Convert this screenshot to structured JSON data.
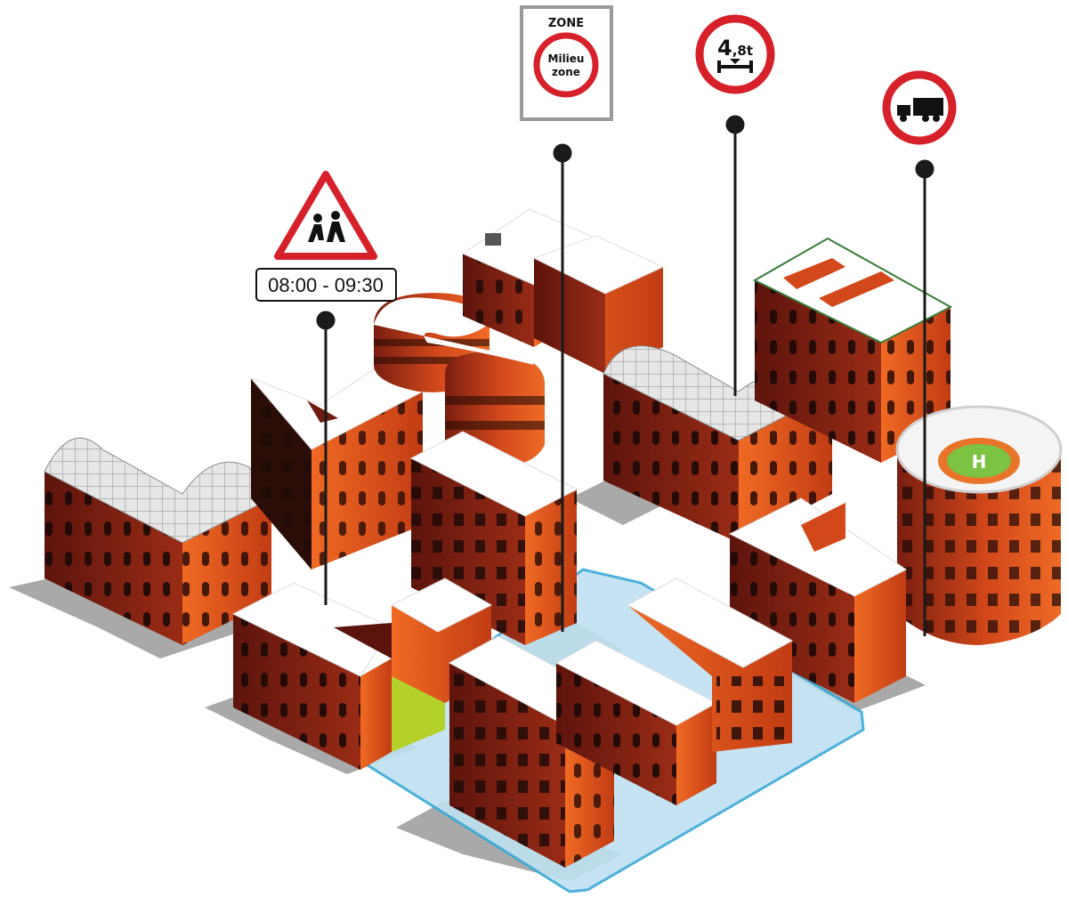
{
  "signs": {
    "children_crossing": {
      "icon": "children-crossing-icon",
      "time_window": "08:00 - 09:30"
    },
    "zone": {
      "title": "ZONE",
      "line1": "Milieu",
      "line2": "zone"
    },
    "axle_weight": {
      "value": "4",
      "decimal": ",8t",
      "icon": "axle-load-icon"
    },
    "no_trucks": {
      "icon": "truck-icon"
    }
  },
  "colors": {
    "brick_light": "#e0501a",
    "brick_dark": "#6e1c10",
    "roof": "#ffffff",
    "shadow": "#8f8f8f",
    "water": "#bfe1f1",
    "water_edge": "#3aa9d6",
    "sign_red": "#d6202a",
    "helipad_green": "#7cc243"
  }
}
